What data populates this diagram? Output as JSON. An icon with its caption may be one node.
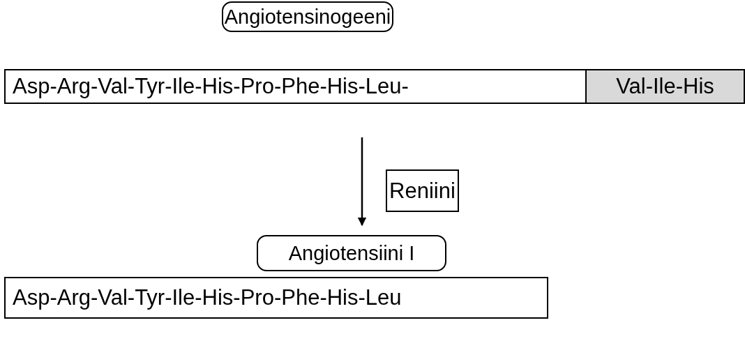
{
  "diagram": {
    "nodes": [
      {
        "text": [
          "Angiotensinogeeni"
        ]
      },
      {
        "text": [
          "Asp-Arg-Val-Tyr-Ile-His-Pro-Phe-His-Leu-"
        ]
      },
      {
        "text": [
          "Val-Ile-His"
        ]
      },
      {
        "text": [
          "Reniini"
        ]
      },
      {
        "text": [
          "Angiotensiini I"
        ]
      },
      {
        "text": [
          "Asp-Arg-Val-Tyr-Ile-His-Pro-Phe-His-Leu"
        ]
      }
    ],
    "edges": [
      {
        "from": 1,
        "to": 4,
        "arrow": "to"
      }
    ]
  }
}
